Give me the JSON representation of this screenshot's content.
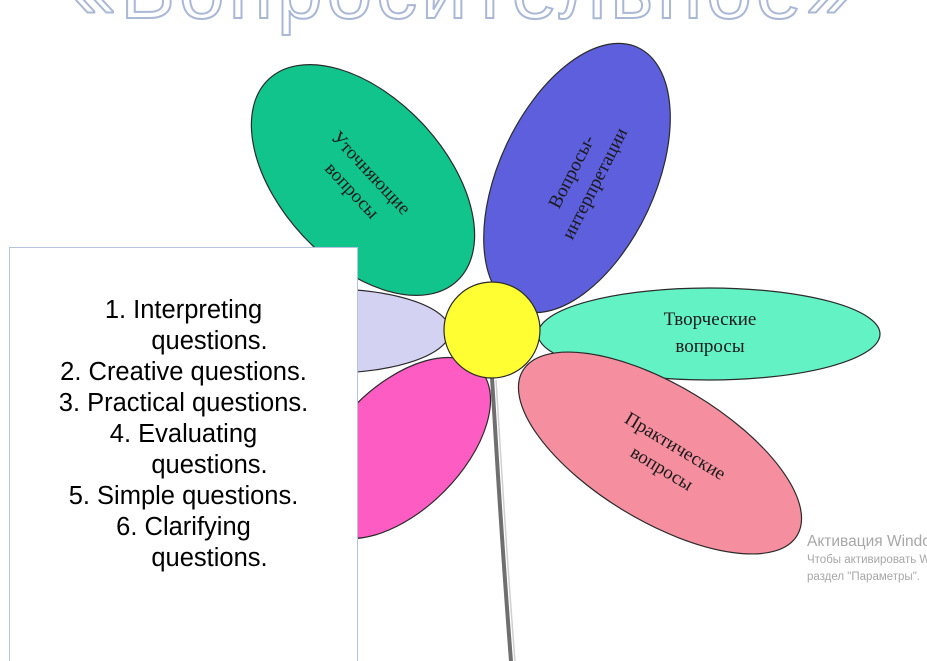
{
  "title": "«Вопросительное»",
  "petals": {
    "clarifying": [
      "Уточняющие",
      "вопросы"
    ],
    "interpreting": [
      "Вопросы-",
      "интерпретации"
    ],
    "creative": [
      "Творческие",
      "вопросы"
    ],
    "practical": [
      "Практические",
      "вопросы"
    ]
  },
  "legend": {
    "lines": [
      "1. Interpreting",
      "questions.",
      "2. Creative questions.",
      "3. Practical questions.",
      "4. Evaluating",
      "questions.",
      "5. Simple questions.",
      "6. Clarifying",
      "questions."
    ]
  },
  "activation": {
    "title": "Активация Windows",
    "line1": "Чтобы активировать Windows, перейдите в",
    "line2": "раздел \"Параметры\"."
  },
  "colors": {
    "clarifying_petal": "#11c48c",
    "interpreting_petal": "#5d5fdc",
    "creative_petal": "#63f2c4",
    "practical_petal": "#f58fa0",
    "evaluating_petal": "#fd5cc3",
    "simple_petal": "#d4d2f2",
    "center": "#fefe33",
    "stem": "#6f6f6f"
  }
}
